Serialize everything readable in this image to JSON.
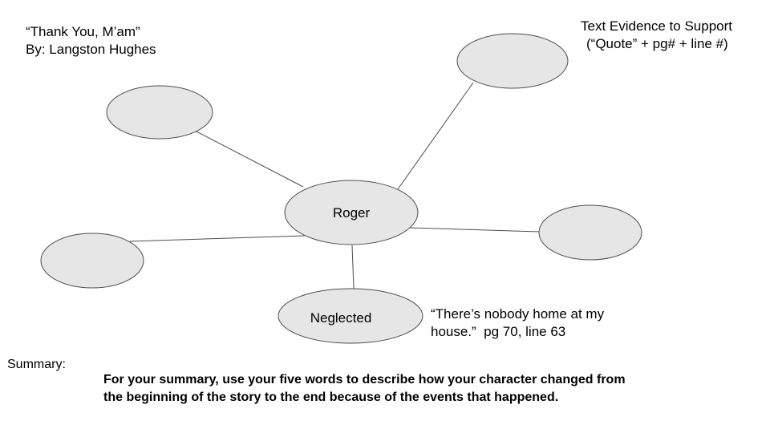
{
  "title": {
    "line1": "“Thank You, M’am”",
    "line2": "By: Langston Hughes"
  },
  "evidence_header": {
    "line1": "Text Evidence to Support",
    "line2": "(“Quote” + pg# + line #)"
  },
  "diagram": {
    "center_label": "Roger",
    "trait_label": "Neglected",
    "evidence_quote": {
      "line1": "“There’s nobody home at my",
      "line2": "house.”  pg 70, line 63"
    }
  },
  "summary": {
    "label": "Summary:",
    "instructions_line1": "For your summary, use your five words to describe how your character changed from",
    "instructions_line2": "the beginning of the story to the end because of the events that happened."
  },
  "colors": {
    "node_fill": "#e6e6e6",
    "node_stroke": "#4d4d4d"
  }
}
